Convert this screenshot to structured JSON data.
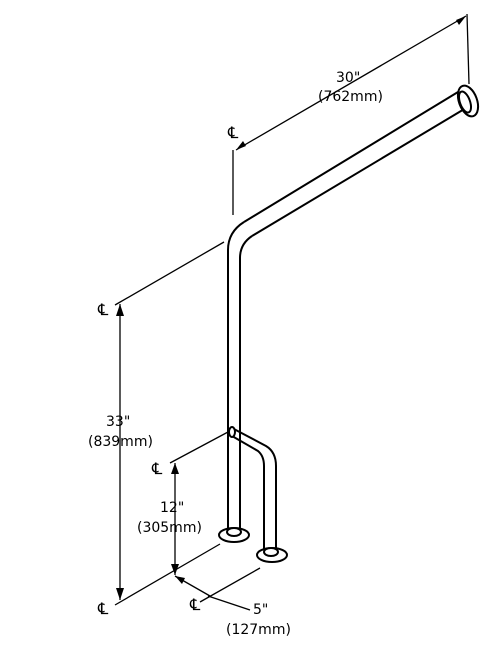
{
  "dimensions": {
    "width_inches": "30\"",
    "width_mm": "(762mm)",
    "height_inches": "33\"",
    "height_mm": "(839mm)",
    "lower_inches": "12\"",
    "lower_mm": "(305mm)",
    "depth_inches": "5\"",
    "depth_mm": "(127mm)"
  },
  "centerline_symbol": "℄"
}
